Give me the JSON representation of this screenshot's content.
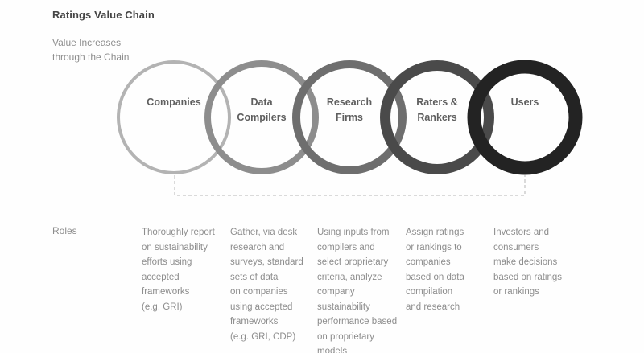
{
  "header": {
    "title": "Ratings Value Chain"
  },
  "axis": {
    "label": "Value Increases\nthrough the Chain"
  },
  "chain": {
    "nodes": [
      {
        "label": "Companies",
        "color": "#b3b3b3",
        "role": "Thoroughly report\non sustainability\nefforts using\naccepted\nframeworks\n(e.g. GRI)"
      },
      {
        "label": "Data\nCompilers",
        "color": "#8d8d8d",
        "role": "Gather, via desk\nresearch and\nsurveys, standard\nsets of data\non companies\nusing accepted\nframeworks\n(e.g. GRI, CDP)"
      },
      {
        "label": "Research\nFirms",
        "color": "#6e6e6e",
        "role": "Using inputs from\ncompilers and\nselect proprietary\ncriteria, analyze\ncompany\nsustainability\nperformance based\non proprietary\nmodels"
      },
      {
        "label": "Raters &\nRankers",
        "color": "#4a4a4a",
        "role": "Assign ratings\nor rankings to\ncompanies\nbased on data\ncompilation\nand research"
      },
      {
        "label": "Users",
        "color": "#232323",
        "role": "Investors and\nconsumers\nmake decisions\nbased on ratings\nor rankings"
      }
    ],
    "connector_color": "#b5b5b5"
  },
  "roles": {
    "label": "Roles"
  }
}
